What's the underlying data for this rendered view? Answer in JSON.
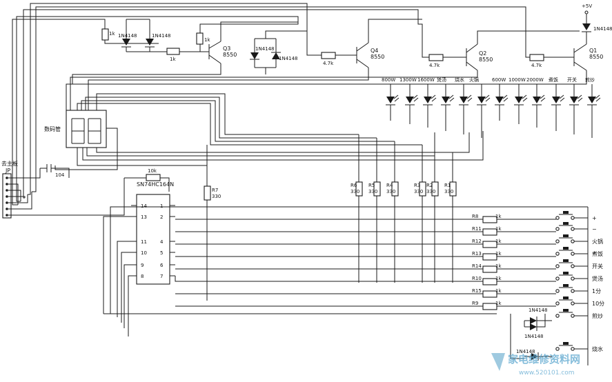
{
  "power": "+5V",
  "connector": {
    "title": "去主板",
    "ref": "JP"
  },
  "display_label": "数码管",
  "ic": {
    "part": "SN74HC164N",
    "left_pins": [
      "14",
      "13",
      "11",
      "10",
      "9",
      "8"
    ],
    "right_pins": [
      "1",
      "2",
      "4",
      "5",
      "6",
      "7"
    ]
  },
  "transistors": [
    {
      "ref": "Q3",
      "type": "8550"
    },
    {
      "ref": "Q4",
      "type": "8550"
    },
    {
      "ref": "Q2",
      "type": "8550"
    },
    {
      "ref": "Q1",
      "type": "8550"
    }
  ],
  "top_parts": {
    "r_1k_a": "1k",
    "d_a": "1N4148",
    "d_b": "1N4148",
    "r_1k_b": "1k",
    "r_1k_c": "1k",
    "d_c": "1N4148",
    "d_d": "1N4148",
    "r_47_a": "4.7k",
    "r_47_b": "4.7k",
    "r_47_c": "4.7k",
    "d_top": "1N4148"
  },
  "cap": "104",
  "r10k": "10k",
  "r7": {
    "ref": "R7",
    "value": "330"
  },
  "led_labels": [
    "800W",
    "1300W",
    "1600W",
    "煲汤",
    "烧水",
    "火锅",
    "600W",
    "1000W",
    "2000W",
    "煮饭",
    "开关",
    "煎炒"
  ],
  "column_resistors": [
    {
      "ref": "R6",
      "value": "330"
    },
    {
      "ref": "R5",
      "value": "330"
    },
    {
      "ref": "R4",
      "value": "330"
    },
    {
      "ref": "R3",
      "value": "330"
    },
    {
      "ref": "R2",
      "value": "330"
    },
    {
      "ref": "R1",
      "value": "330"
    }
  ],
  "row_resistors": [
    {
      "ref": "R8",
      "value": "1k"
    },
    {
      "ref": "R11",
      "value": "1k"
    },
    {
      "ref": "R12",
      "value": "1k"
    },
    {
      "ref": "R13",
      "value": "1k"
    },
    {
      "ref": "R14",
      "value": "1k"
    },
    {
      "ref": "R10",
      "value": "1k"
    },
    {
      "ref": "R15",
      "value": "1k"
    },
    {
      "ref": "R9",
      "value": "1k"
    }
  ],
  "key_labels": [
    "+",
    "−",
    "火锅",
    "煮饭",
    "开关",
    "煲汤",
    "1分",
    "10分",
    "煎炒",
    "烧水"
  ],
  "lower_diodes": [
    "1N4148",
    "1N4148",
    "1N4148"
  ],
  "watermark": {
    "cn": "家电维修资料网",
    "url": "www.520101.com"
  }
}
